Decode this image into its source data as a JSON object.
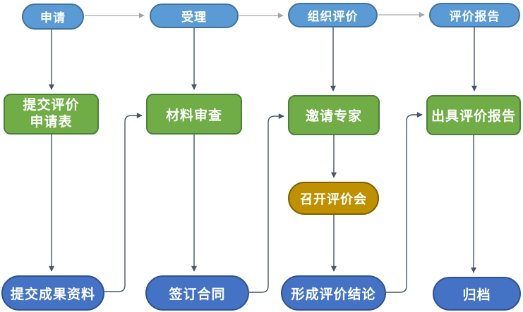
{
  "colors": {
    "stage_fill": "#5B9BD5",
    "stage_border": "#41719C",
    "step_fill": "#70AD47",
    "step_border": "#4E7E3C",
    "meeting_fill": "#BF9000",
    "meeting_border": "#7F6000",
    "result_fill": "#4472C4",
    "result_border": "#2F528F",
    "arrow_dark": "#44546A",
    "arrow_light": "#A6A6A6",
    "text": "#FFFFFF"
  },
  "nodes": {
    "apply": "申请",
    "accept": "受理",
    "organize_evaluation": "组织评价",
    "evaluation_report": "评价报告",
    "submit_application_form": "提交评价\n申请表",
    "material_review": "材料审查",
    "invite_experts": "邀请专家",
    "issue_evaluation_report": "出具评价报告",
    "hold_evaluation_meeting": "召开评价会",
    "submit_achievement_materials": "提交成果资料",
    "sign_contract": "签订合同",
    "form_evaluation_conclusion": "形成评价结论",
    "archive": "归档"
  }
}
